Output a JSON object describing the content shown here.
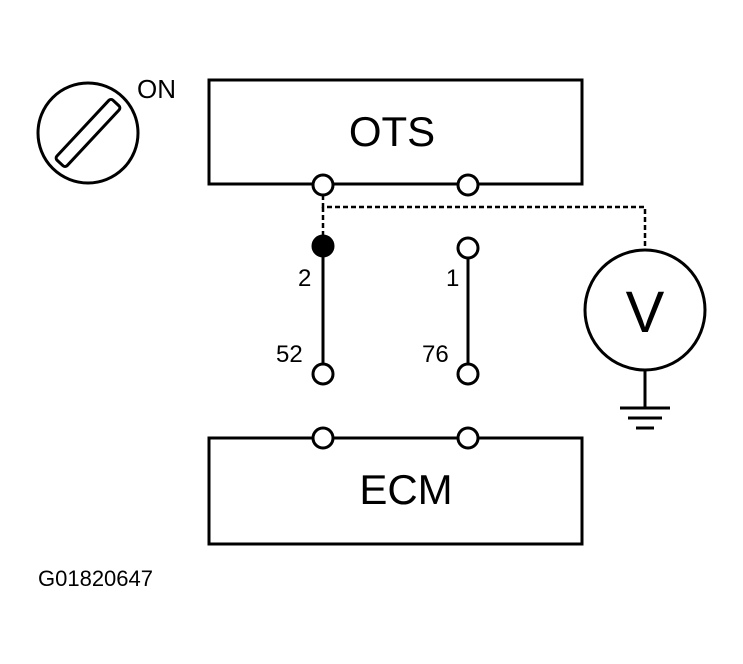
{
  "ignition": {
    "state_label": "ON"
  },
  "components": {
    "ots_label": "OTS",
    "ecm_label": "ECM"
  },
  "pins": {
    "ots_left_pin": "2",
    "ots_right_pin": "1",
    "ecm_left_pin": "52",
    "ecm_right_pin": "76"
  },
  "meter": {
    "symbol": "V"
  },
  "figure_code": "G01820647",
  "colors": {
    "line": "#000000",
    "background": "#ffffff"
  }
}
